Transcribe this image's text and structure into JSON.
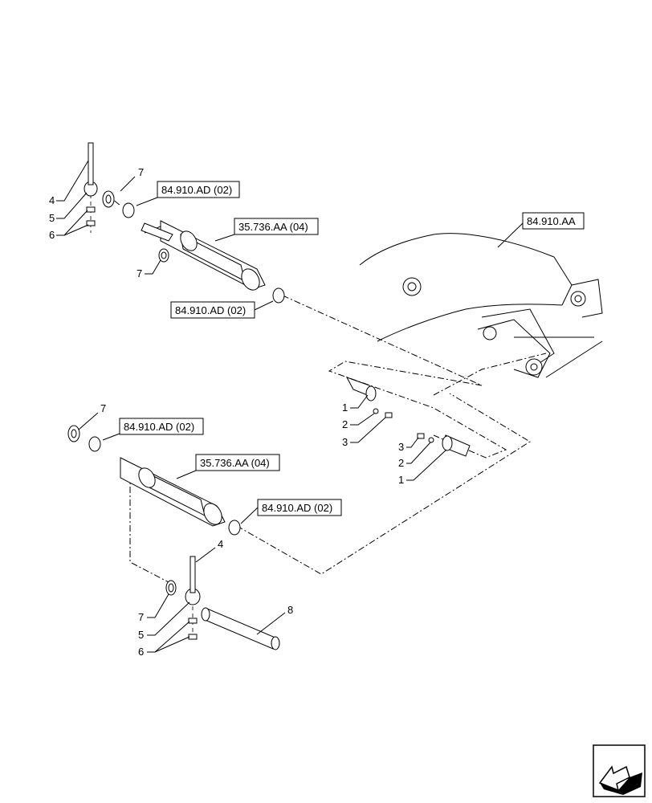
{
  "references": {
    "ref_a": "84.910.AD (02)",
    "ref_b": "35.736.AA (04)",
    "ref_c": "84.910.AD (02)",
    "ref_d": "84.910.AA",
    "ref_e": "84.910.AD (02)",
    "ref_f": "35.736.AA (04)",
    "ref_g": "84.910.AD (02)"
  },
  "callouts": {
    "c_4_top": "4",
    "c_5_top": "5",
    "c_6_top": "6",
    "c_7_top": "7",
    "c_7_mid": "7",
    "c_1_a": "1",
    "c_2_a": "2",
    "c_3_a": "3",
    "c_3_b": "3",
    "c_2_b": "2",
    "c_1_b": "1",
    "c_7_low": "7",
    "c_4_bot": "4",
    "c_7_bot": "7",
    "c_5_bot": "5",
    "c_6_bot": "6",
    "c_8": "8"
  },
  "icons": {
    "nav": "previous-page-arrow-icon"
  }
}
